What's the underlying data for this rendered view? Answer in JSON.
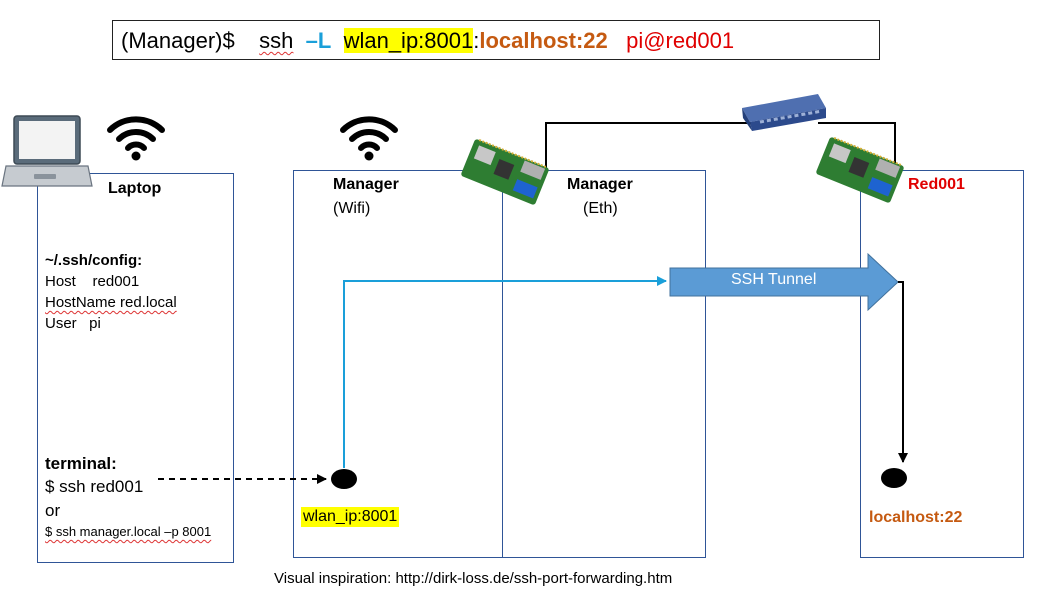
{
  "command": {
    "prefix": "(Manager)$",
    "ssh": "ssh",
    "flag": "–L",
    "bind": "wlan_ip:8001",
    "colon": ":",
    "target": "localhost:22",
    "user_host": "pi@red001"
  },
  "laptop": {
    "title": "Laptop",
    "config_header": "~/.ssh/config:",
    "config_line1": "Host    red001",
    "config_line2": "HostName red.local",
    "config_line3": "User   pi",
    "terminal_header": "terminal:",
    "cmd1": "$ ssh red001",
    "or": "or",
    "cmd2": "$ ssh manager.local –p 8001"
  },
  "manager_wifi": {
    "title": "Manager",
    "sub": "(Wifi)",
    "endpoint": "wlan_ip:8001"
  },
  "manager_eth": {
    "title": "Manager",
    "sub": "(Eth)"
  },
  "red001": {
    "title": "Red001",
    "endpoint": "localhost:22"
  },
  "tunnel": {
    "label": "SSH Tunnel"
  },
  "footer": "Visual inspiration: http://dirk-loss.de/ssh-port-forwarding.htm",
  "colors": {
    "panel_border": "#2f5597",
    "tunnel_fill": "#5b9bd5",
    "wifi_line": "#1a9fd9",
    "highlight": "#ffff00",
    "orange_text": "#c55a11",
    "red_text": "#e00000"
  },
  "icons": [
    "laptop-icon",
    "wifi-icon",
    "raspberry-pi-icon",
    "network-switch-icon"
  ]
}
